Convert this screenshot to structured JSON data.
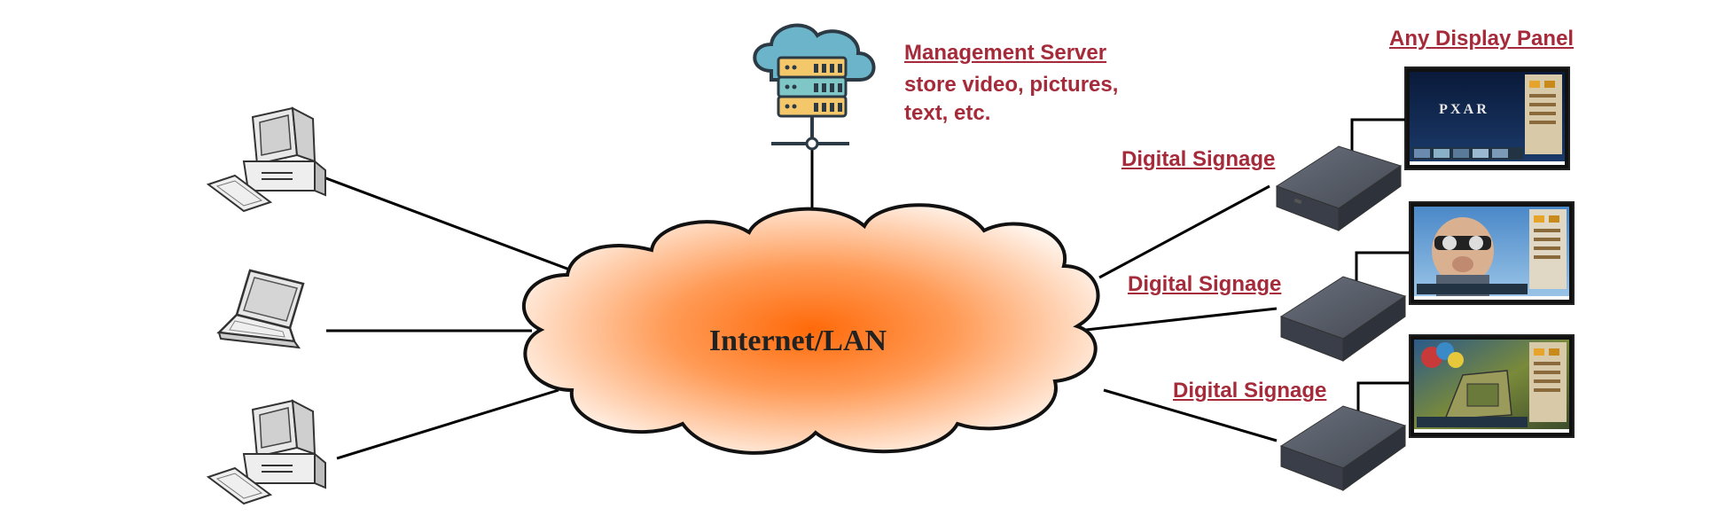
{
  "cloud_label": "Internet/LAN",
  "server": {
    "title": "Management Server",
    "description_line1": "store video, pictures,",
    "description_line2": "text, etc."
  },
  "display_panel_label": "Any Display Panel",
  "signage_labels": [
    "Digital Signage",
    "Digital Signage",
    "Digital Signage"
  ],
  "screens": {
    "screen1_text": "P  X  A  R"
  },
  "colors": {
    "accent": "#a52a3a",
    "cloud_center": "#ff7a20",
    "cloud_edge": "#fff5ee",
    "server_cloud": "#6cb4c9",
    "server_rack_dark": "#4a5a66",
    "server_rack_yellow": "#f4c86a",
    "server_rack_teal": "#7fc7c7",
    "box_gray": "#4f5460"
  },
  "icons": [
    "desktop-computer-icon",
    "laptop-icon",
    "desktop-computer-icon",
    "cloud-server-icon",
    "media-player-box-icon",
    "display-panel-icon"
  ]
}
